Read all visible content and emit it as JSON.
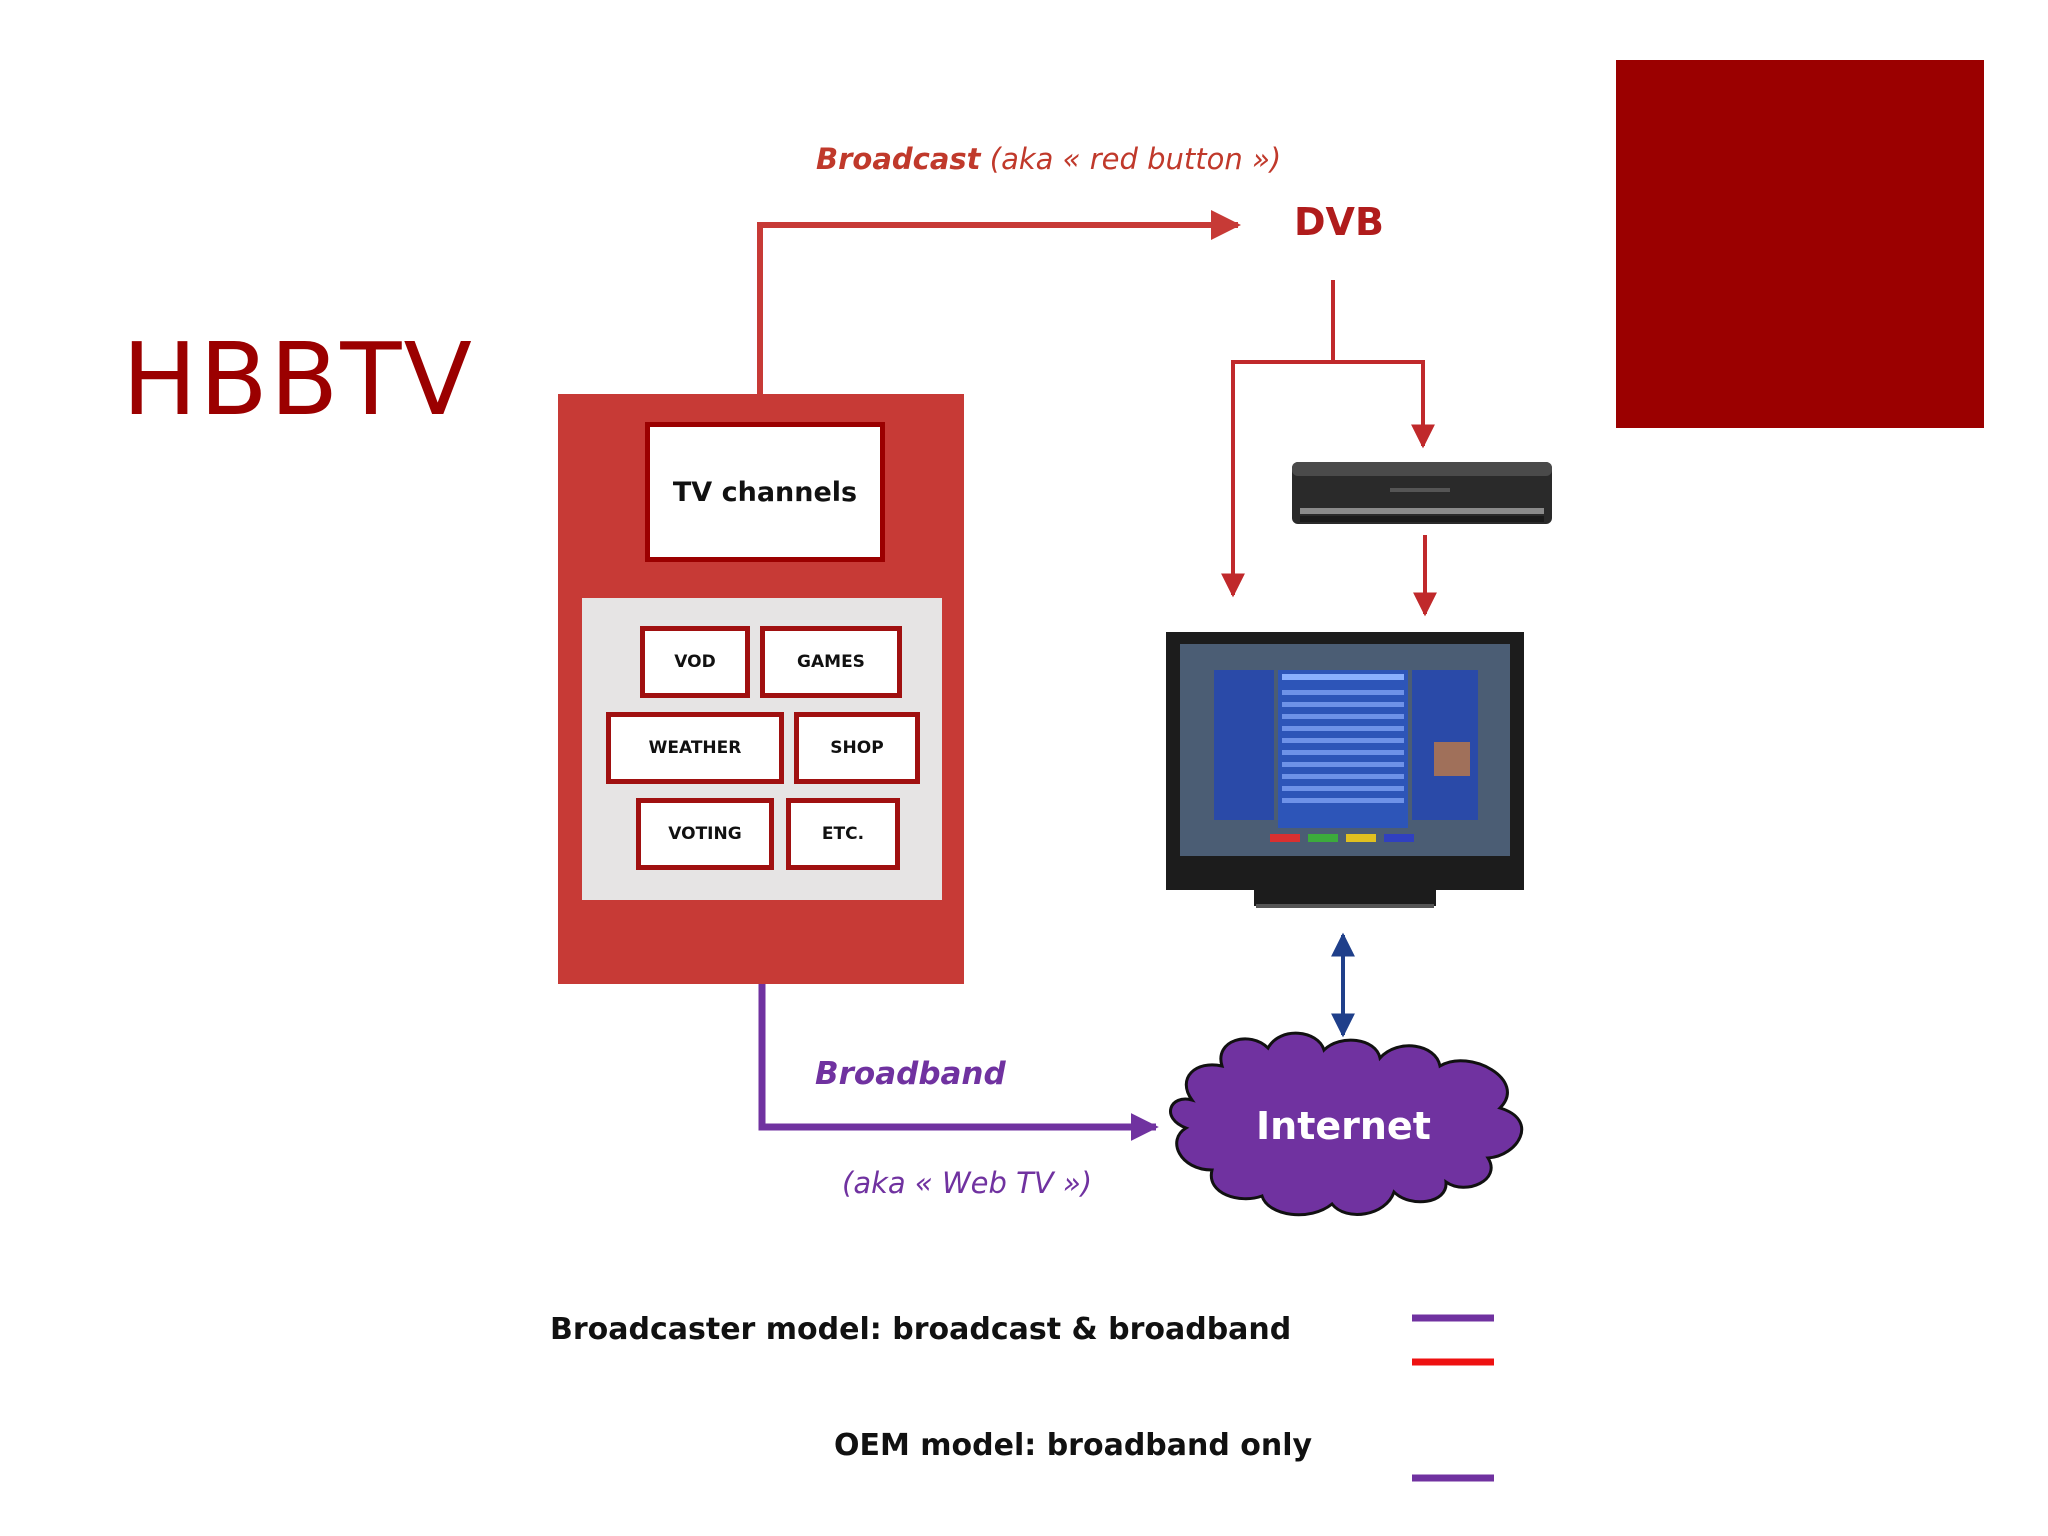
{
  "title": "HBBTV",
  "broadcast_label": {
    "strong": "Broadcast",
    "rest": " (aka « red button »)"
  },
  "dvb": "DVB",
  "tv_channels": "TV channels",
  "services": [
    "VOD",
    "GAMES",
    "WEATHER",
    "SHOP",
    "VOTING",
    "ETC."
  ],
  "broadband_label": "Broadband",
  "webtv_label": "(aka « Web TV »)",
  "internet": "Internet",
  "legend": [
    "Broadcaster model: broadcast & broadband",
    "OEM model: broadband only"
  ],
  "colors": {
    "accent_dark_red": "#9b0000",
    "panel_red": "#c73a36",
    "broadcast_line": "#c73a36",
    "broadband_purple": "#7032a0",
    "bidirectional_blue": "#1f3f8a",
    "legend_red": "#ee1111"
  },
  "icons": [
    "set-top-box-icon",
    "television-icon",
    "cloud-icon"
  ]
}
